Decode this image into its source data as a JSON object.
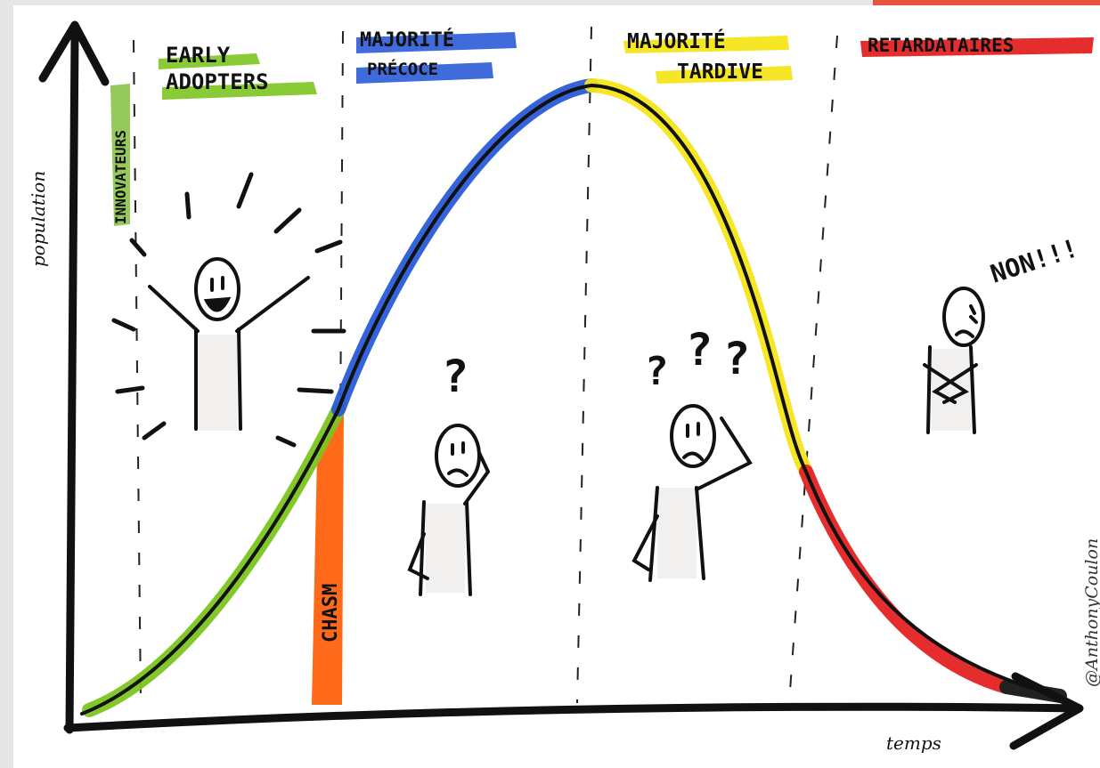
{
  "axes": {
    "y_label": "population",
    "x_label": "temps"
  },
  "segments": [
    {
      "key": "innovators",
      "label": "INNOVATEURS",
      "color": "#8bc34a"
    },
    {
      "key": "early",
      "label_lines": [
        "EARLY",
        "ADOPTERS"
      ],
      "color": "#7cc520"
    },
    {
      "key": "early_majority",
      "label_lines": [
        "MAJORITÉ",
        "PRÉCOCE"
      ],
      "color": "#2a5bd7"
    },
    {
      "key": "late_majority",
      "label_lines": [
        "MAJORITÉ",
        "TARDIVE"
      ],
      "color": "#f4e61a"
    },
    {
      "key": "laggards",
      "label_lines": [
        "RETARDATAIRES"
      ],
      "color": "#e52222"
    }
  ],
  "chasm": {
    "label": "CHASM",
    "color": "#ff6a1a"
  },
  "speech": {
    "laggard": "NON!!!"
  },
  "figures": {
    "early_majority_marks": "?",
    "late_majority_marks": [
      "?",
      "?",
      "?"
    ]
  },
  "signature": "@AnthonyCoulon",
  "colors": {
    "ink": "#111111",
    "paper": "#ffffff",
    "background": "#e6e6e6",
    "accent_corner": "#e8533b",
    "shadow": "#cfcfd4"
  }
}
